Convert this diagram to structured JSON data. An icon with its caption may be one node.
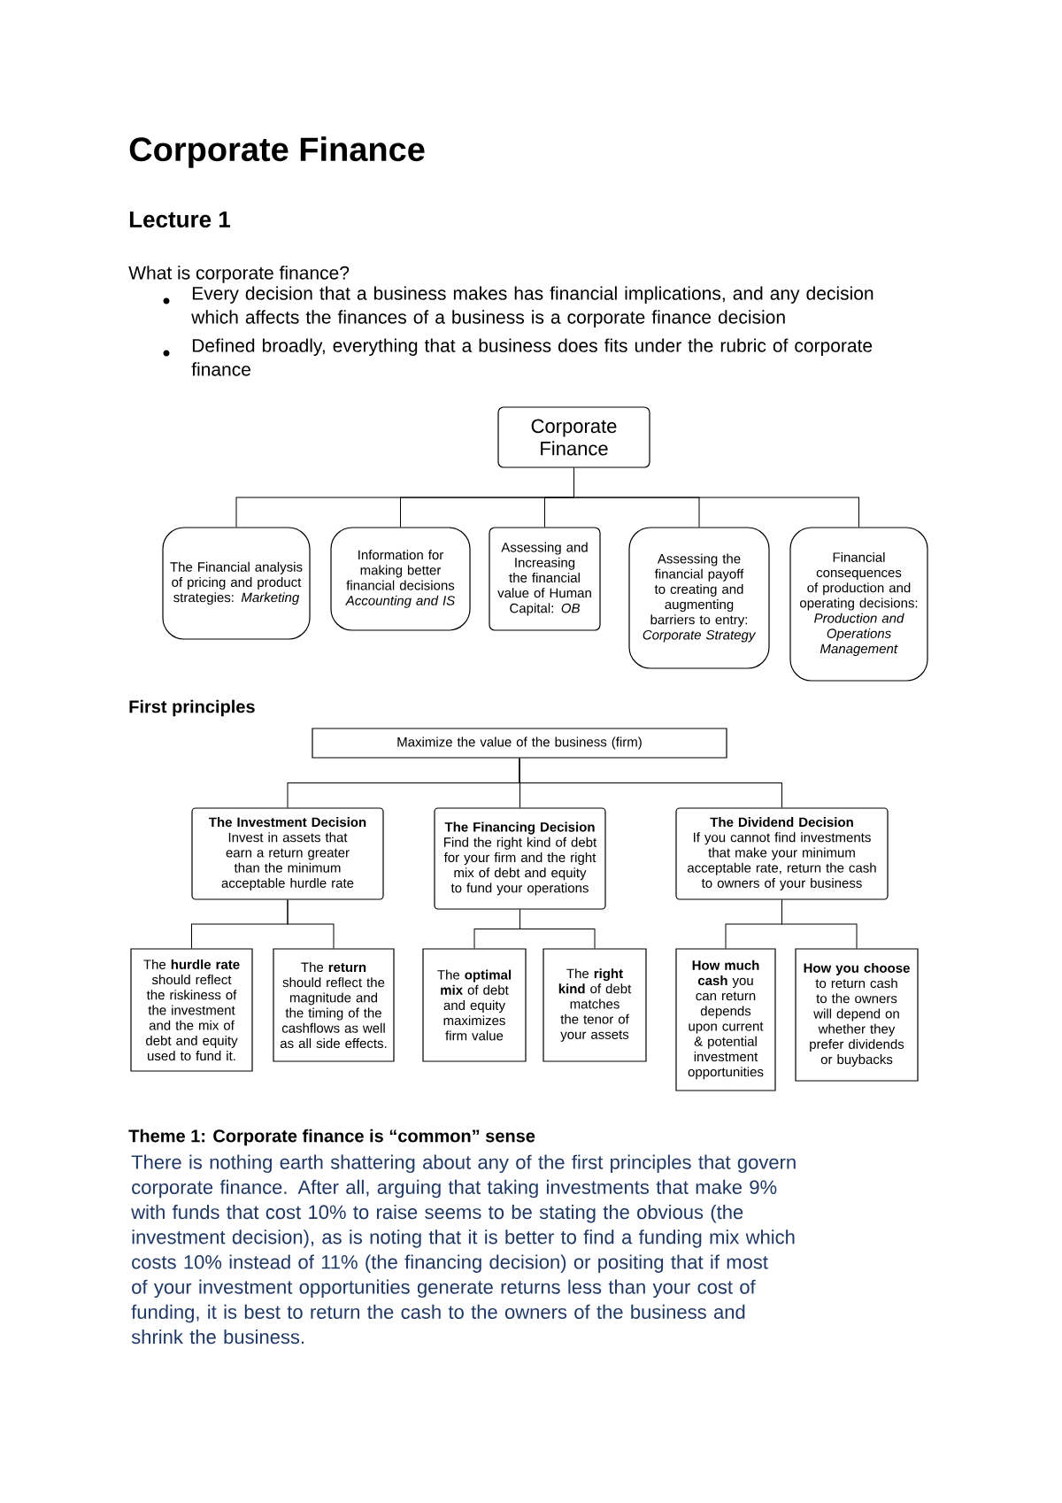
{
  "diagram": {
    "title": "Corporate Finance",
    "nodes": [
      {
        "text": [
          "Corporate Finance"
        ]
      },
      {
        "text": [
          "The Financial analysis of pricing and product strategies: *Marketing*"
        ]
      },
      {
        "text": [
          "Information for making better financial decisions *Accounting and IS*"
        ]
      },
      {
        "text": [
          "Assessing and Increasing the financial value of Human Capital: *OB*"
        ]
      },
      {
        "text": [
          "Assessing the financial payoff to creating and augmenting barriers to entry: *Corporate Strategy*"
        ]
      },
      {
        "text": [
          "Financial consequences of production and operating decisions: *Production and Operations Management*"
        ]
      },
      {
        "text": [
          "Maximize the value of the business (firm)"
        ]
      },
      {
        "text": [
          "The Investment Decision",
          "Invest in assets that earn a return greater than the minimum acceptable hurdle rate"
        ]
      },
      {
        "text": [
          "The Financing Decision",
          "Find the right kind of debt for your firm and the right mix of debt and equity to fund your operations"
        ]
      },
      {
        "text": [
          "The Dividend Decision",
          "If you cannot find investments that make your minimum acceptable rate, return the cash to owners of your business"
        ]
      },
      {
        "text": [
          "The **hurdle rate** should reflect the riskiness of the investment and the mix of debt and equity used to fund it."
        ]
      },
      {
        "text": [
          "The **return** should reflect the magnitude and the timing of the cashflows as well as all side effects."
        ]
      },
      {
        "text": [
          "The **optimal mix** of debt and equity maximizes firm value"
        ]
      },
      {
        "text": [
          "The **right kind** of debt matches the tenor of your assets"
        ]
      },
      {
        "text": [
          "**How much cash** you can return depends upon current & potential investment opportunities"
        ]
      },
      {
        "text": [
          "**How you choose** to return cash to the owners will depend on whether they prefer dividends or buybacks"
        ]
      }
    ],
    "edges": [
      {
        "from": 0,
        "to": 1,
        "arrow": "none"
      },
      {
        "from": 0,
        "to": 2,
        "arrow": "none"
      },
      {
        "from": 0,
        "to": 3,
        "arrow": "none"
      },
      {
        "from": 0,
        "to": 4,
        "arrow": "none"
      },
      {
        "from": 0,
        "to": 5,
        "arrow": "none"
      },
      {
        "from": 6,
        "to": 7,
        "arrow": "none"
      },
      {
        "from": 6,
        "to": 8,
        "arrow": "none"
      },
      {
        "from": 6,
        "to": 9,
        "arrow": "none"
      },
      {
        "from": 7,
        "to": 10,
        "arrow": "none"
      },
      {
        "from": 7,
        "to": 11,
        "arrow": "none"
      },
      {
        "from": 8,
        "to": 12,
        "arrow": "none"
      },
      {
        "from": 8,
        "to": 13,
        "arrow": "none"
      },
      {
        "from": 9,
        "to": 14,
        "arrow": "none"
      },
      {
        "from": 9,
        "to": 15,
        "arrow": "none"
      }
    ],
    "labels": [
      "Lecture 1",
      "What is corporate finance?",
      "Every decision that a business makes has financial implications, and any decision which affects the finances of a business is a corporate finance decision",
      "Defined broadly, everything that a business does fits under the rubric of corporate finance",
      "First principles",
      "Theme 1: Corporate finance is “common” sense",
      "There is nothing earth shattering about any of the first principles that govern corporate finance. After all, arguing that taking investments that make 9% with funds that cost 10% to raise seems to be stating the obvious (the investment decision), as is noting that it is better to find a funding mix which costs 10% instead of 11% (the financing decision) or positing that if most of your investment opportunities generate returns less than your cost of funding, it is best to return the cash to the owners of the business and shrink the business."
    ]
  }
}
